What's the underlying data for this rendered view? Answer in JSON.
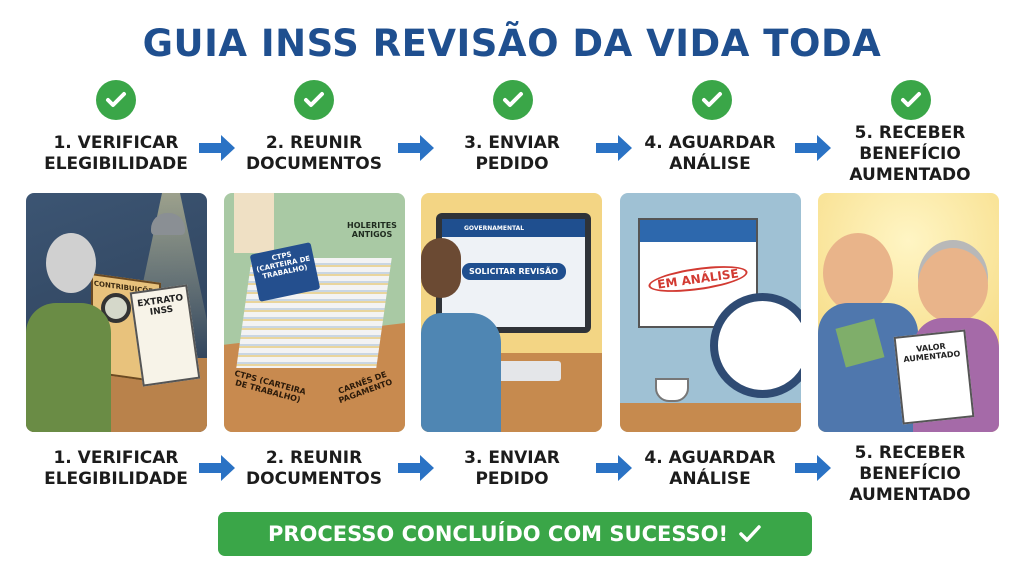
{
  "title": "GUIA INSS REVISÃO DA VIDA TODA",
  "steps": [
    {
      "line1": "1. VERIFICAR",
      "line2": "ELEGIBILIDADE",
      "line3": ""
    },
    {
      "line1": "2. REUNIR",
      "line2": "DOCUMENTOS",
      "line3": ""
    },
    {
      "line1": "3. ENVIAR",
      "line2": "PEDIDO",
      "line3": ""
    },
    {
      "line1": "4. AGUARDAR",
      "line2": "ANÁLISE",
      "line3": ""
    },
    {
      "line1": "5. RECEBER",
      "line2": "BENEFÍCIO",
      "line3": "AUMENTADO"
    }
  ],
  "panels": {
    "p1": {
      "folder": "CONTRIBUIÇÕES",
      "doc": "EXTRATO INSS"
    },
    "p2": {
      "top": "HOLERITES ANTIGOS",
      "book": "CTPS (CARTEIRA DE TRABALHO)",
      "left": "CTPS (CARTEIRA DE TRABALHO)",
      "right": "CARNÊS DE PAGAMENTO"
    },
    "p3": {
      "site": "GOVERNAMENTAL",
      "button": "SOLICITAR REVISÃO"
    },
    "p4": {
      "stamp": "EM ANÁLISE"
    },
    "p5": {
      "doc": "VALOR AUMENTADO"
    }
  },
  "banner": "PROCESSO CONCLUÍDO COM SUCESSO!",
  "colors": {
    "title": "#1f4f8f",
    "green": "#3aa648",
    "arrow": "#2a72c4"
  }
}
